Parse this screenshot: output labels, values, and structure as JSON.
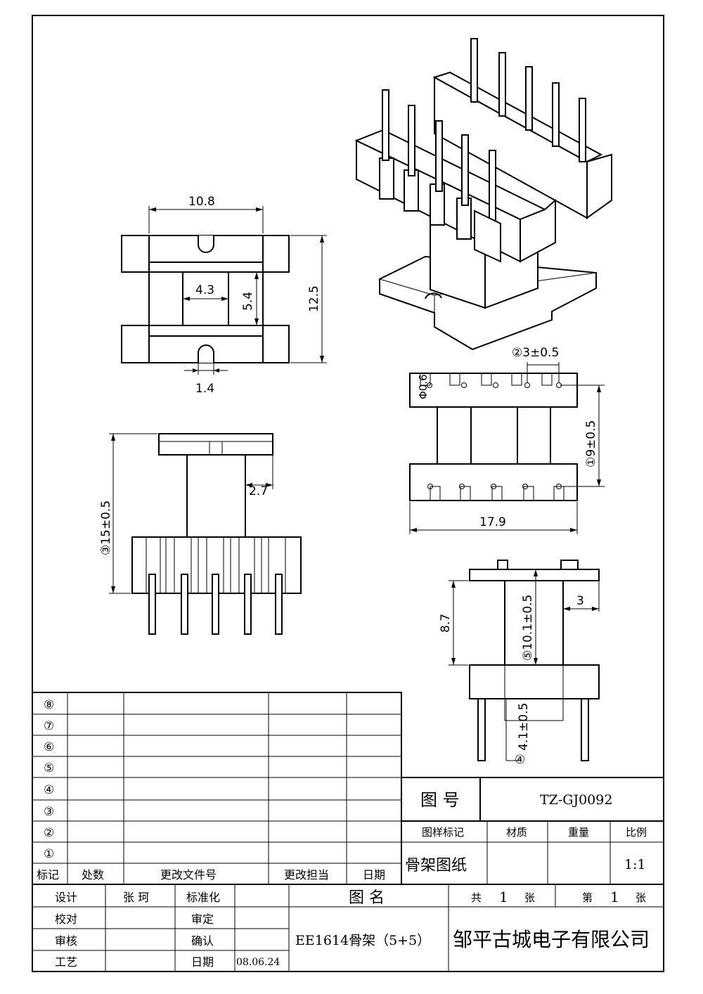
{
  "dims": {
    "top_width": "10.8",
    "top_height": "12.5",
    "core_w": "4.3",
    "core_h": "5.4",
    "slot_w": "1.4",
    "side_15": "③15±0.5",
    "side_27": "2.7",
    "front_pitch": "②3±0.5",
    "front_hole": "Φ0.6",
    "front_9": "①9±0.5",
    "front_179": "17.9",
    "end_87": "8.7",
    "end_101": "⑤10.1±0.5",
    "end_3": "3",
    "end_41": "4.1±0.5",
    "end_41_mark": "④"
  },
  "revision": {
    "rows": [
      "⑧",
      "⑦",
      "⑥",
      "⑤",
      "④",
      "③",
      "②",
      "①"
    ],
    "headers": [
      "标记",
      "处数",
      "更改文件号",
      "更改担当",
      "日期"
    ]
  },
  "titleblock": {
    "drawing_no_label": "图 号",
    "drawing_no": "TZ-GJ0092",
    "sample_mark": "图样标记",
    "material": "材质",
    "weight": "重量",
    "scale_label": "比例",
    "doc_type": "骨架图纸",
    "scale": "1:1",
    "design_label": "设计",
    "designer": "张 珂",
    "standard_label": "标准化",
    "check_label": "校对",
    "approve_label": "审定",
    "review_label": "审核",
    "confirm_label": "确认",
    "process_label": "工艺",
    "date_label": "日期",
    "date": "08.06.24",
    "name_label": "图 名",
    "total_label_1": "共",
    "total_count": "1",
    "total_label_2": "张",
    "sheet_label_1": "第",
    "sheet_no": "1",
    "sheet_label_2": "张",
    "part_name": "EE1614骨架（5+5）",
    "company": "邹平古城电子有限公司"
  }
}
